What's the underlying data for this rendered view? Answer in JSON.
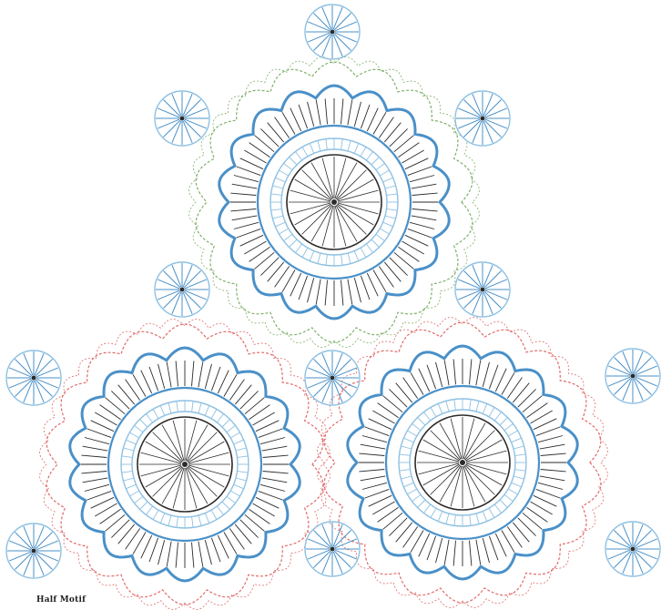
{
  "caption": "Half Motif",
  "colors": {
    "background": "#ffffff",
    "blue": "#4a90c8",
    "light_blue": "#8fc1e3",
    "dark": "#2b2b2b",
    "green": "#7fb069",
    "red": "#e06a6a"
  },
  "motifs": [
    {
      "name": "top-motif",
      "joining_color": "green"
    },
    {
      "name": "bottom-left-motif",
      "joining_color": "red"
    },
    {
      "name": "bottom-right-motif",
      "joining_color": "red"
    }
  ],
  "small_flowers": [
    "flower-top",
    "flower-upper-left",
    "flower-upper-right",
    "flower-mid-left",
    "flower-mid-right",
    "flower-center",
    "flower-left",
    "flower-right",
    "flower-bottom-left",
    "flower-bottom-center",
    "flower-bottom-right"
  ]
}
